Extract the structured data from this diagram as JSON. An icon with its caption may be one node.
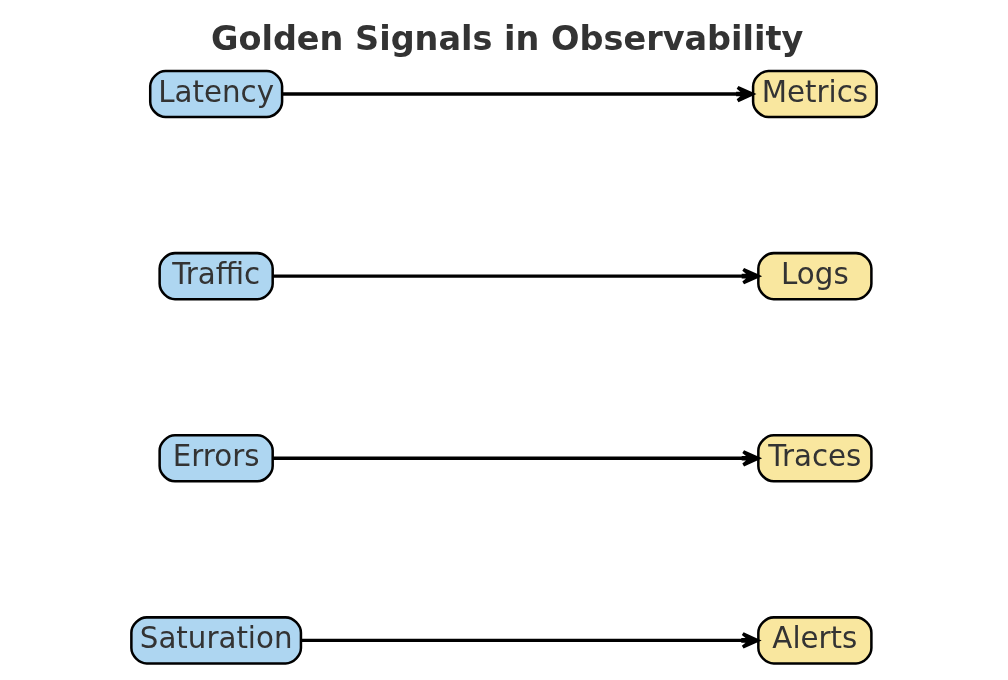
{
  "diagram": {
    "title": "Golden Signals in Observability",
    "nodes": [
      {
        "text": [
          "Latency"
        ]
      },
      {
        "text": [
          "Metrics"
        ]
      },
      {
        "text": [
          "Traffic"
        ]
      },
      {
        "text": [
          "Logs"
        ]
      },
      {
        "text": [
          "Errors"
        ]
      },
      {
        "text": [
          "Traces"
        ]
      },
      {
        "text": [
          "Saturation"
        ]
      },
      {
        "text": [
          "Alerts"
        ]
      }
    ],
    "edges": [
      {
        "from": 0,
        "to": 1,
        "arrow": "to"
      },
      {
        "from": 2,
        "to": 3,
        "arrow": "to"
      },
      {
        "from": 4,
        "to": 5,
        "arrow": "to"
      },
      {
        "from": 6,
        "to": 7,
        "arrow": "to"
      }
    ]
  }
}
